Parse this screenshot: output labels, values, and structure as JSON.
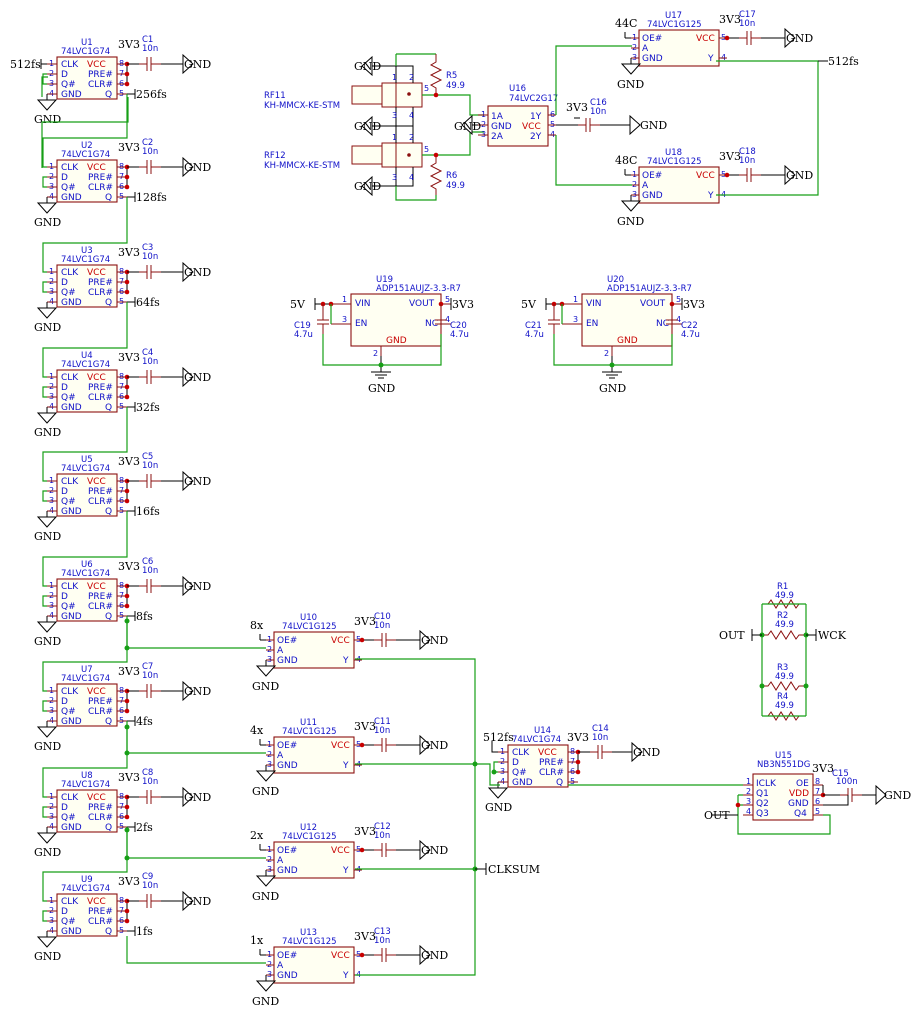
{
  "flipflops": [
    {
      "ref": "U1",
      "part": "74LVC1G74",
      "cap": "C1",
      "cval": "10n",
      "clk": "512fs",
      "out": "256fs"
    },
    {
      "ref": "U2",
      "part": "74LVC1G74",
      "cap": "C2",
      "cval": "10n",
      "clk": "",
      "out": "128fs"
    },
    {
      "ref": "U3",
      "part": "74LVC1G74",
      "cap": "C3",
      "cval": "10n",
      "clk": "",
      "out": "64fs"
    },
    {
      "ref": "U4",
      "part": "74LVC1G74",
      "cap": "C4",
      "cval": "10n",
      "clk": "",
      "out": "32fs"
    },
    {
      "ref": "U5",
      "part": "74LVC1G74",
      "cap": "C5",
      "cval": "10n",
      "clk": "",
      "out": "16fs"
    },
    {
      "ref": "U6",
      "part": "74LVC1G74",
      "cap": "C6",
      "cval": "10n",
      "clk": "",
      "out": "8fs"
    },
    {
      "ref": "U7",
      "part": "74LVC1G74",
      "cap": "C7",
      "cval": "10n",
      "clk": "",
      "out": "4fs"
    },
    {
      "ref": "U8",
      "part": "74LVC1G74",
      "cap": "C8",
      "cval": "10n",
      "clk": "",
      "out": "2fs"
    },
    {
      "ref": "U9",
      "part": "74LVC1G74",
      "cap": "C9",
      "cval": "10n",
      "clk": "",
      "out": "1fs"
    },
    {
      "ref": "U14",
      "part": "74LVC1G74",
      "cap": "C14",
      "cval": "10n",
      "clk": "512fs",
      "out": ""
    }
  ],
  "ff_pins": {
    "left": [
      "CLK",
      "D",
      "Q#",
      "GND"
    ],
    "right": [
      "VCC",
      "PRE#",
      "CLR#",
      "Q"
    ],
    "left_nums": [
      "1",
      "2",
      "3",
      "4"
    ],
    "right_nums": [
      "8",
      "7",
      "6",
      "5"
    ]
  },
  "buffers": [
    {
      "ref": "U10",
      "part": "74LVC1G125",
      "cap": "C10",
      "cval": "10n",
      "oe": "8x"
    },
    {
      "ref": "U11",
      "part": "74LVC1G125",
      "cap": "C11",
      "cval": "10n",
      "oe": "4x"
    },
    {
      "ref": "U12",
      "part": "74LVC1G125",
      "cap": "C12",
      "cval": "10n",
      "oe": "2x"
    },
    {
      "ref": "U13",
      "part": "74LVC1G125",
      "cap": "C13",
      "cval": "10n",
      "oe": "1x"
    },
    {
      "ref": "U17",
      "part": "74LVC1G125",
      "cap": "C17",
      "cval": "10n",
      "oe": "44C"
    },
    {
      "ref": "U18",
      "part": "74LVC1G125",
      "cap": "C18",
      "cval": "10n",
      "oe": "48C"
    }
  ],
  "buf_pins": {
    "left": [
      "OE#",
      "A",
      "GND"
    ],
    "right": [
      "VCC",
      "Y"
    ],
    "left_nums": [
      "1",
      "2",
      "3"
    ],
    "right_nums": [
      "5",
      "4"
    ]
  },
  "u16": {
    "ref": "U16",
    "part": "74LVC2G17",
    "left": [
      "1A",
      "GND",
      "2A"
    ],
    "right": [
      "1Y",
      "VCC",
      "2Y"
    ],
    "left_nums": [
      "1",
      "2",
      "3"
    ],
    "right_nums": [
      "6",
      "5",
      "4"
    ],
    "cap": "C16",
    "cval": "10n"
  },
  "connectors": [
    {
      "ref": "RF11",
      "part": "KH-MMCX-KE-STM",
      "res": "R5",
      "rval": "49.9"
    },
    {
      "ref": "RF12",
      "part": "KH-MMCX-KE-STM",
      "res": "R6",
      "rval": "49.9"
    }
  ],
  "regulators": [
    {
      "ref": "U19",
      "part": "ADP151AUJZ-3.3-R7",
      "cin": "C19",
      "cout": "C20",
      "cval": "4.7u"
    },
    {
      "ref": "U20",
      "part": "ADP151AUJZ-3.3-R7",
      "cin": "C21",
      "cout": "C22",
      "cval": "4.7u"
    }
  ],
  "reg_pins": {
    "left": [
      "VIN",
      "EN"
    ],
    "right": [
      "VOUT",
      "NC"
    ],
    "gnd": "GND",
    "nums": [
      "1",
      "3",
      "5",
      "4",
      "2"
    ]
  },
  "u15": {
    "ref": "U15",
    "part": "NB3N551DG",
    "left": [
      "ICLK",
      "Q1",
      "Q2",
      "Q3"
    ],
    "right": [
      "OE",
      "VDD",
      "GND",
      "Q4"
    ],
    "left_nums": [
      "1",
      "2",
      "3",
      "4"
    ],
    "right_nums": [
      "8",
      "7",
      "6",
      "5"
    ],
    "cap": "C15",
    "cval": "100n"
  },
  "resistors": [
    {
      "ref": "R1",
      "val": "49.9"
    },
    {
      "ref": "R2",
      "val": "49.9"
    },
    {
      "ref": "R3",
      "val": "49.9"
    },
    {
      "ref": "R4",
      "val": "49.9"
    }
  ],
  "nets": {
    "vcc": "3V3",
    "gnd": "GND",
    "v5": "5V",
    "clksum": "CLKSUM",
    "out": "OUT",
    "wck": "WCK",
    "out512": "512fs"
  }
}
